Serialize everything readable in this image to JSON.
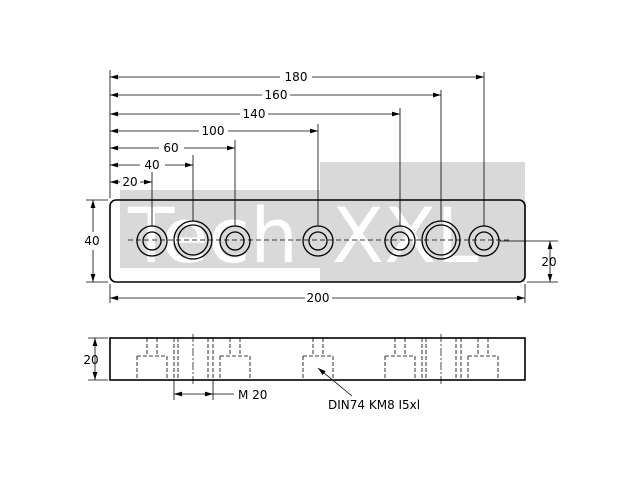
{
  "watermark": {
    "text": "TechXXL",
    "part1": "Tech",
    "part2": "XXL",
    "color": "#d9d9d9"
  },
  "colors": {
    "line": "#000000",
    "background": "#ffffff"
  },
  "top_view": {
    "top_dimensions": [
      "180",
      "160",
      "140",
      "100",
      "60",
      "40",
      "20"
    ],
    "overall_width": "200",
    "height": "40",
    "hole_offset": "20"
  },
  "side_view": {
    "height": "20",
    "thread_label": "M 20",
    "bolt_label": "DIN74 KM8 I5xl"
  }
}
